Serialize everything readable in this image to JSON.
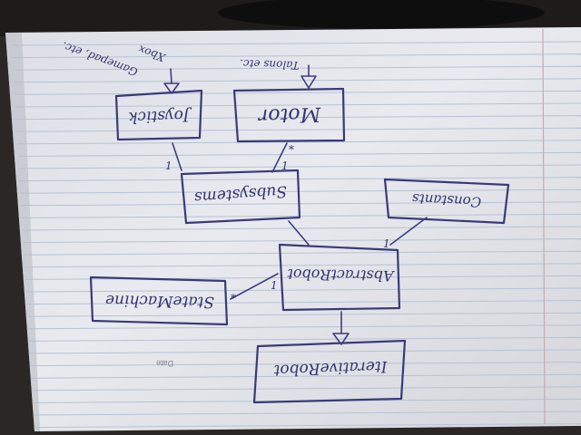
{
  "page": {
    "date_label": "Date"
  },
  "diagram": {
    "boxes": [
      {
        "id": "joystick",
        "label": "Joystick"
      },
      {
        "id": "motor",
        "label": "Motor"
      },
      {
        "id": "subsystems",
        "label": "Subsystems"
      },
      {
        "id": "constants",
        "label": "Constants"
      },
      {
        "id": "abstract-robot",
        "label": "AbstractRobot"
      },
      {
        "id": "state-machine",
        "label": "StateMachine"
      },
      {
        "id": "iterative-robot",
        "label": "IterativeRobot"
      }
    ],
    "notes": {
      "joystick_note_1": "Gamepad, etc.",
      "joystick_note_2": "Xbox",
      "motor_note": "Talons etc.",
      "star_1": "*",
      "star_2": "*",
      "one_1": "1",
      "one_2": "1",
      "one_3": "1",
      "one_4": "1"
    }
  },
  "colors": {
    "paper": "#e6e9ee",
    "rule_line": "#b8c2d2",
    "margin_line": "#c9a7b2",
    "ink": "#3a3a78",
    "binder": "#2a2624"
  }
}
